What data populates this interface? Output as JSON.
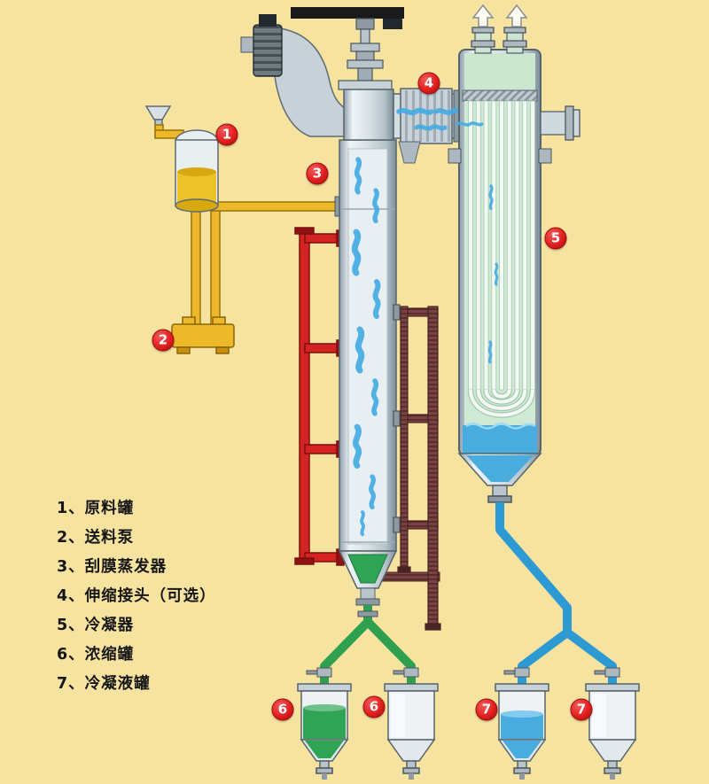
{
  "colors": {
    "background": "#F7E3A0",
    "badge": "#E21F1F",
    "badge_border": "#9E1010",
    "pipe_yellow": "#EDB92B",
    "pipe_red": "#D32323",
    "pipe_maroon": "#7A4343",
    "pipe_green": "#2FA04F",
    "pipe_blue": "#2E9AD3",
    "flow_blue": "#45ACE4",
    "liquid_yellow": "#ECC22A",
    "liquid_green": "#2FA455",
    "liquid_blue": "#49ACDF",
    "condenser_green": "#CBE7CF",
    "text": "#161616"
  },
  "legend": {
    "items": [
      "1、原料罐",
      "2、送料泵",
      "3、刮膜蒸发器",
      "4、伸缩接头（可选）",
      "5、冷凝器",
      "6、浓缩罐",
      "7、冷凝液罐"
    ]
  },
  "badges": [
    "1",
    "2",
    "3",
    "4",
    "5",
    "6",
    "6",
    "7",
    "7"
  ]
}
